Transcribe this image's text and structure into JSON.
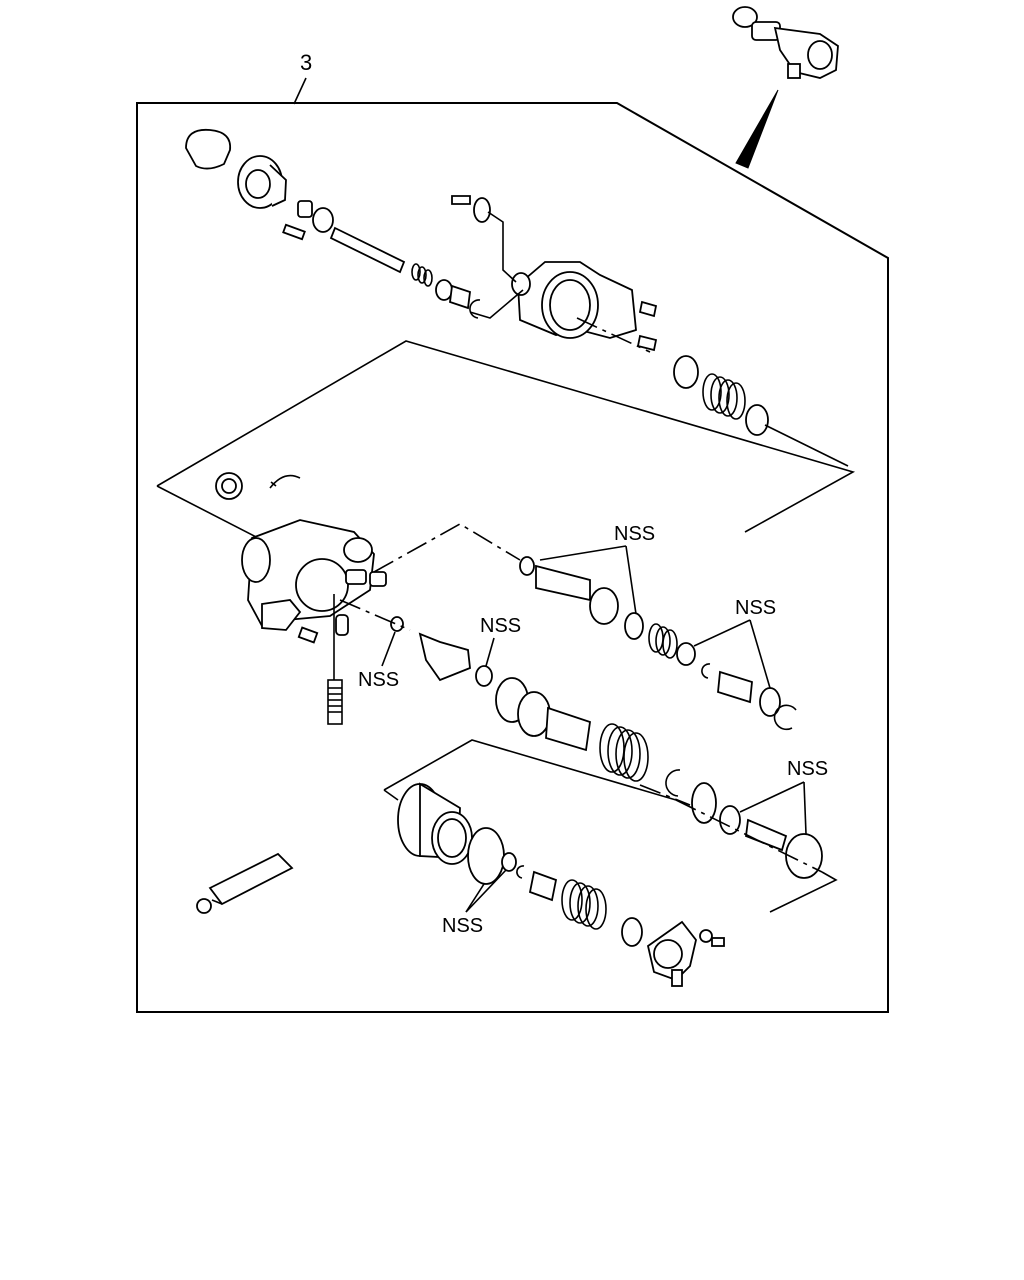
{
  "diagram": {
    "callout_number": "3",
    "labels": {
      "nss_1": "NSS",
      "nss_2": "NSS",
      "nss_3": "NSS",
      "nss_4": "NSS",
      "nss_5": "NSS",
      "nss_6": "NSS"
    }
  }
}
